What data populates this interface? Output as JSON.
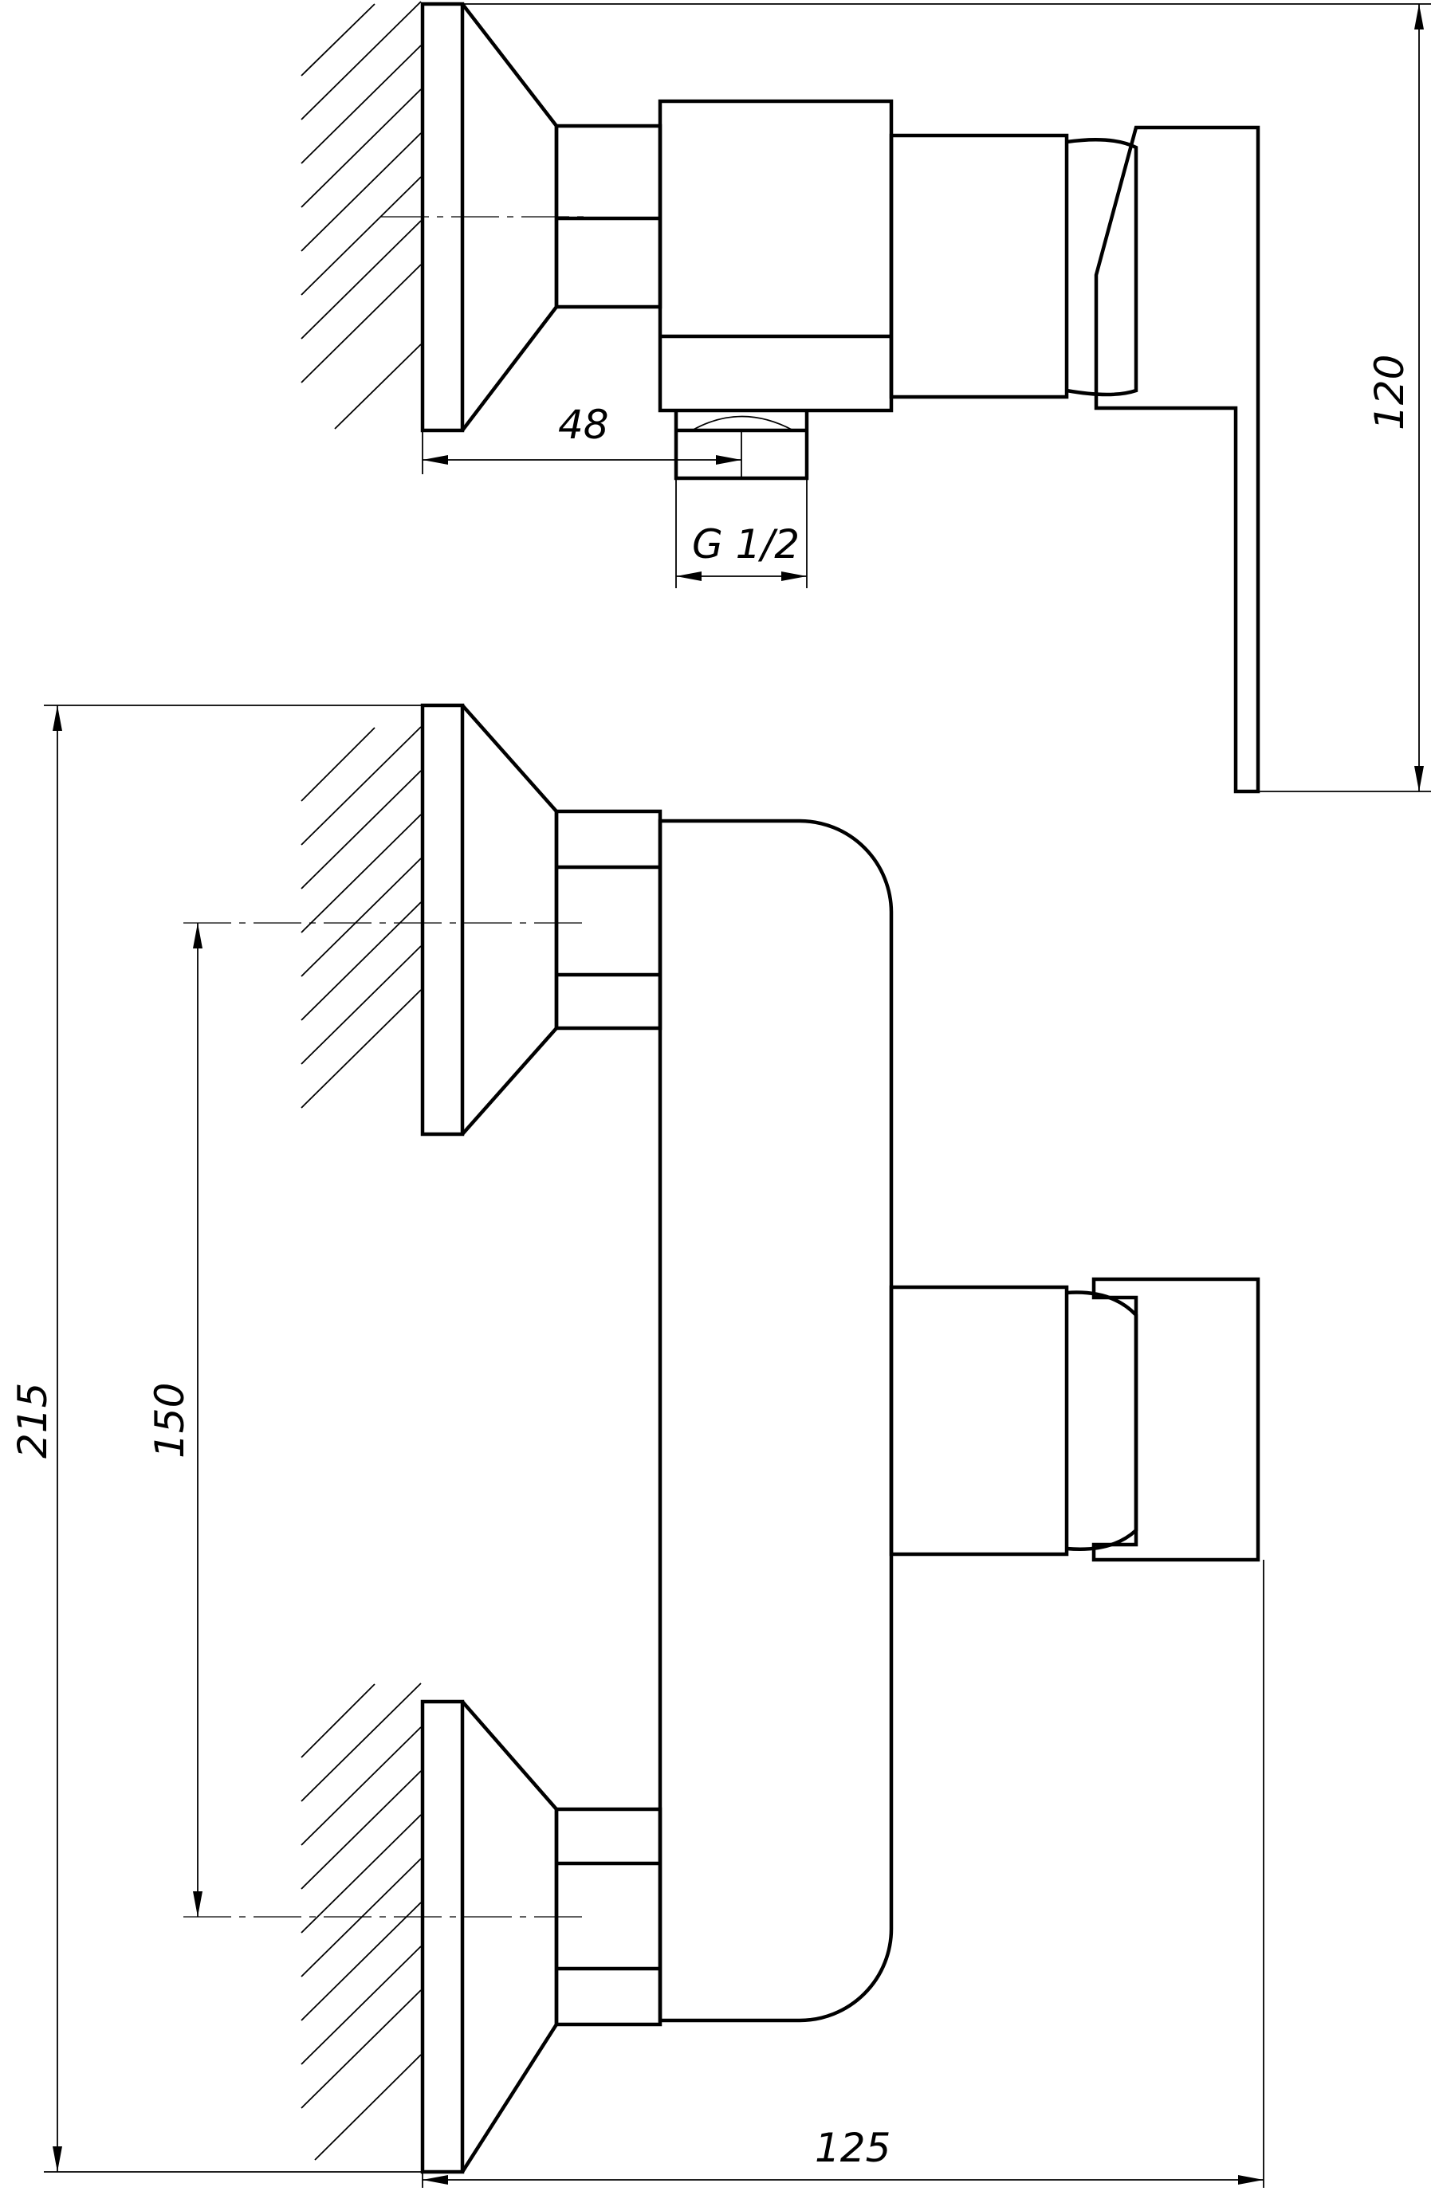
{
  "drawing": {
    "line_color": "#000000",
    "background": "#ffffff"
  },
  "dimensions": {
    "offset": "48",
    "thread": "G 1/2",
    "height": "120",
    "total_height": "215",
    "center_distance": "150",
    "depth": "125"
  }
}
